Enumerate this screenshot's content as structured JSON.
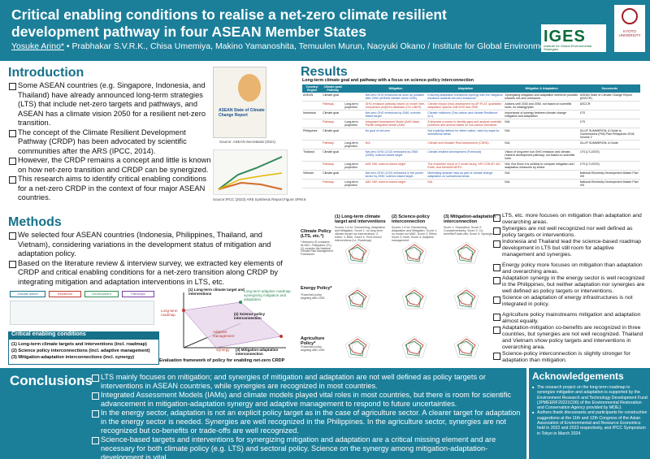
{
  "header": {
    "title": "Critical enabling conditions to realise a net-zero climate resilient development pathway in four ASEAN Member States",
    "lead_author": "Yosuke Arino*",
    "other_authors": " • Prabhakar S.V.R.K., Chisa Umemiya, Makino Yamanoshita, Temuulen Murun, Naoyuki Okano / Institute for Global Environmental Strategies",
    "iges_logo": "IGES",
    "iges_logo_sub": "Institute for Global Environmental Strategies",
    "kyoto_logo": "KYOTO UNIVERSITY"
  },
  "introduction": {
    "heading": "Introduction",
    "bullets": [
      "Some ASEAN countries (e.g. Singapore, Indonesia, and Thailand) have already announced long-term strategies (LTS) that include net-zero targets and pathways, and ASEAN has a climate vision 2050 for a resilient net-zero transition.",
      "The concept of the Climate Resilient Development Pathway (CRDP) has been advocated by scientific communities after the ARS (IPCC, 2014).",
      "However, the CRDP remains a concept and little is known on how net-zero transition and CRDP can be synergized.",
      "This research aims to identify critical enabling conditions for a net-zero CRDP in the context of four major ASEAN countries."
    ],
    "cover_title": "ASEAN State of Climate Change Report",
    "cover_source": "Source: ASEAN Secretariat (2021)",
    "ipcc_source": "Source:IPCC (2023) AR6 Synthesis Report,Figure SPM.6"
  },
  "methods": {
    "heading": "Methods",
    "bullets": [
      "We selected four ASEAN countries (Indonesia, Philippines, Thailand, and Vietnam), considering variations in the development status of mitigation and adaptation policy.",
      "Based on the literature review & interview survey, we extracted key elements of CRDP and critical enabling conditions for a net-zero transition along CRDP by integrating mitigation and adaptation interventions in LTS, etc."
    ],
    "flow_boxes": [
      "Climate action",
      "Resilience",
      "Development",
      "Pathways"
    ],
    "cec_heading": "Critical enabling conditions",
    "cec_items": [
      "(1) Long-term climate targets and interventions (incl. roadmap)",
      "(2) Science policy interconnections (incl. adaptive management)",
      "(3) Mitigation-adaptation interconnections (incl. synergy)"
    ],
    "framework_labels": {
      "axis1": "(1) Long-term climate target and interventions",
      "axis2": "(2) Science policy interconnection",
      "axis3": "(3) Mitigation-adaptation interconnection",
      "target": "Long-term adaptive roadmap synergising mitigation and adaptation",
      "roadmap": "Long-term roadmap",
      "adaptive": "Adaptive management",
      "synergy": "Synergy",
      "caption": "Evaluation framework of policy for enabling net-zero CRDP"
    }
  },
  "results": {
    "heading": "Results",
    "table_title": "Long-term climate goal and pathway with a focus on science-policy interconnection",
    "table_headers": [
      "Country/ Region",
      "Climate goal/ Pathway",
      "",
      "Mitigation",
      "Adaptation",
      "Mitigation & Adaptation",
      "Documents"
    ],
    "table_rows": [
      [
        "ASEAN",
        "Climate goal",
        "",
        "Net-zero GHG emissions as soon as possible after 2050 (ASEAN climate vision 2050)",
        "Ensuring adaptation transitions synergy with the mitigation transition towards net-zero emissions",
        "Synergising mitigation and adaptation wherever possible towards net-zero emissions",
        "ASEAN State of Climate Change Report (ASCCR)"
      ],
      [
        "",
        "Pathway",
        "Long-term projection",
        "GHG emission pathway based on model inter-comparison project's database (CD-LINKS)",
        "Climate impact (risk) assessment by AP-PLAT, qualitative adaptation options until 2030 and 2050",
        "Actions until 2030 and 2050, not based on scientific tools; no strategy/plan",
        "ASCCR"
      ],
      [
        "Indonesia",
        "Climate goal",
        "",
        "Net-zero GHG emissions by 2060; science-based target",
        "Climate resilience (Tow carbon and climate Resilience' (v.1)",
        "Importance of synergy between climate change mitigation and adaptation",
        "LTS"
      ],
      [
        "",
        "Pathway",
        "Long-term projection",
        "Integrated Assessment Model (AIM/ Asian-Pacific Integrated Model (AIM)",
        "A stepwise process to identify gaps and analyse potential problems and actions based on low-carbon scenarios",
        "N/A",
        "LTS"
      ],
      [
        "Philippines",
        "Climate goal",
        "",
        "No goal of net-zero",
        "Not explicitly defined for either nation; rated by ways for subnational areas",
        "N/A",
        "GLLIP SUMMERON; A Guide to Commissions (Phil) Plan Philippines 2018; Volume 2"
      ],
      [
        "",
        "Pathway",
        "Long-term projection",
        "N/A",
        "Climate and Disaster Risk Assessment (CDRA)",
        "N/A",
        "GLLIP SUMMERON; A Guide"
      ],
      [
        "Thailand",
        "Climate goal",
        "",
        "Net-zero GHG (CO2) emissions by 2065 (2050); science-based target",
        "Climate-resilient development (Foreword)",
        "Vision of long-term low GHG emission and climate-resilient development pathway; not based on scientific tools",
        "LTS (LT-LEDS)"
      ],
      [
        "",
        "Pathway",
        "Long-term projection",
        "AIM: NW; science-based target",
        "The ensemble result of 3 model study; NPCCSB AP, AIC Earth, and NeoMAGADFG",
        "N/A; But Since it is unlikely to compare mitigation and adaptation measures by sector",
        "LTS (LT-LEDS)"
      ],
      [
        "Vietnam",
        "Climate goal",
        "",
        "Net-zero GHG (CO2) emissions in the power sector by 2050; science-based target",
        "Minimising disaster risks as part of climate change adaptation on subnational areas",
        "N/A",
        "National Electricity Development Master Plan VIII"
      ],
      [
        "",
        "Pathway",
        "Long-term projection",
        "AIM: NW; science-based target",
        "N/A",
        "N/A",
        "National Electricity Development Master Plan VIII"
      ]
    ],
    "criteria": [
      {
        "title": "(1) Long-term climate target and interventions",
        "text": "Scores 1-4 for Overarching, Adaptation and Mitigation; Score 1: no long-term climate target nor interventions, 2: either, 3: Both, Score 4: Time-bound interventions (i.e. Roadmap)"
      },
      {
        "title": "(2) Science-policy interconnection",
        "text": "Scores 1-4 for Overarching, Adaptation and Mitigation; Score 1: no model nor M&E, Score 2: Either, Score 3: Both, Score 4: Adaptive management"
      },
      {
        "title": "(3) Mitigation-adaptation interconnection",
        "text": "Score 1: Separation; Score 2: Complementarity; Score 3: Co-benefits/Trade-offs; Score 4: Synergies"
      }
    ],
    "sector_labels": [
      {
        "title": "Climate Policy (LTS, etc.*)",
        "note": "*Vietnam's ID considers its NDC, Philippines' (PL)(2) consider the National Climate Risk Management Framework"
      },
      {
        "title": "Energy Policy*",
        "note": "*Examined policy targeting after 2030"
      },
      {
        "title": "Agriculture Policy*",
        "note": "*Examined policy targeting after 2030"
      }
    ],
    "findings": [
      [
        "LTS, etc. more focuses on mitigation than adaptation and overarching areas.",
        "Synergies are not well recognized nor well defined as policy targets or interventions.",
        "Indonesia and Thailand lead the science-based roadmap development in LTS but still room for adaptive management and synergies."
      ],
      [
        "Energy policy more focuses on mitigation than adaptation and overarching areas.",
        "Adaptation synergy in the energy sector is well recognized in the Philippines, but neither adaptation nor synergies are well defined as policy targets or interventions.",
        "Science on adaptation of energy infrastructures is not integrated in policy."
      ],
      [
        "Agriculture policy mainstreams mitigation and adaptation almost equally.",
        "Adaptation-mitigation co-benefits are recognized in three countries, but synergies are not well recognized. Thailand and Vietnam show policy targets and interventions in overarching area.",
        "Science-policy interconnection is slightly stronger for adaptation than mitigation."
      ]
    ]
  },
  "conclusions": {
    "heading": "Conclusions",
    "bullets": [
      "LTS mainly focuses on mitigation; and synergies of mitigation and adaptation are not well defined as policy targets or interventions in ASEAN countries, while synergies are recognized in most countries.",
      "Integrated Assessment Models (IAMs) and climate models played vital roles in most countries, but there is room for scientific advancement in mitigation-adaptation synergy and adaptive management to respond to future uncertainties.",
      "In the energy sector, adaptation is not an explicit policy target as in the case of agriculture sector. A clearer target for adaptation in the energy sector is needed. Synergies are well recognized in the Philippines. In the agriculture sector, synergies are not recognized but co-benefits or trade-offs are well recognized.",
      "Science-based targets and interventions for synergizing mitigation and adaptation are a critical missing element and are necessary for both climate policy (e.g. LTS) and sectoral policy. Science on the synergy among mitigation-adaptation-development is vital."
    ]
  },
  "acknowledgements": {
    "heading": "Acknowledgements",
    "items": [
      "The research project on the long-term roadmap to synergize mitigation and adaptation is supported by the Environment Research and Technology Development Fund (JPMEERF20221C06) of the Environmental Restoration and Conservation Agency provided by MOEJ.",
      "Authors thank discussants and participants for constructive suggestions at the 11th and 12th Congress of the Asian Association of Environmental and Resource Economics held in 2022 and 2023 respectively, and IPCC Symposium in Tokyo in March 2024"
    ]
  },
  "colors": {
    "header": "#1b7f9a",
    "accent": "#16708a",
    "red": "#c0392b",
    "blue": "#2255aa"
  }
}
